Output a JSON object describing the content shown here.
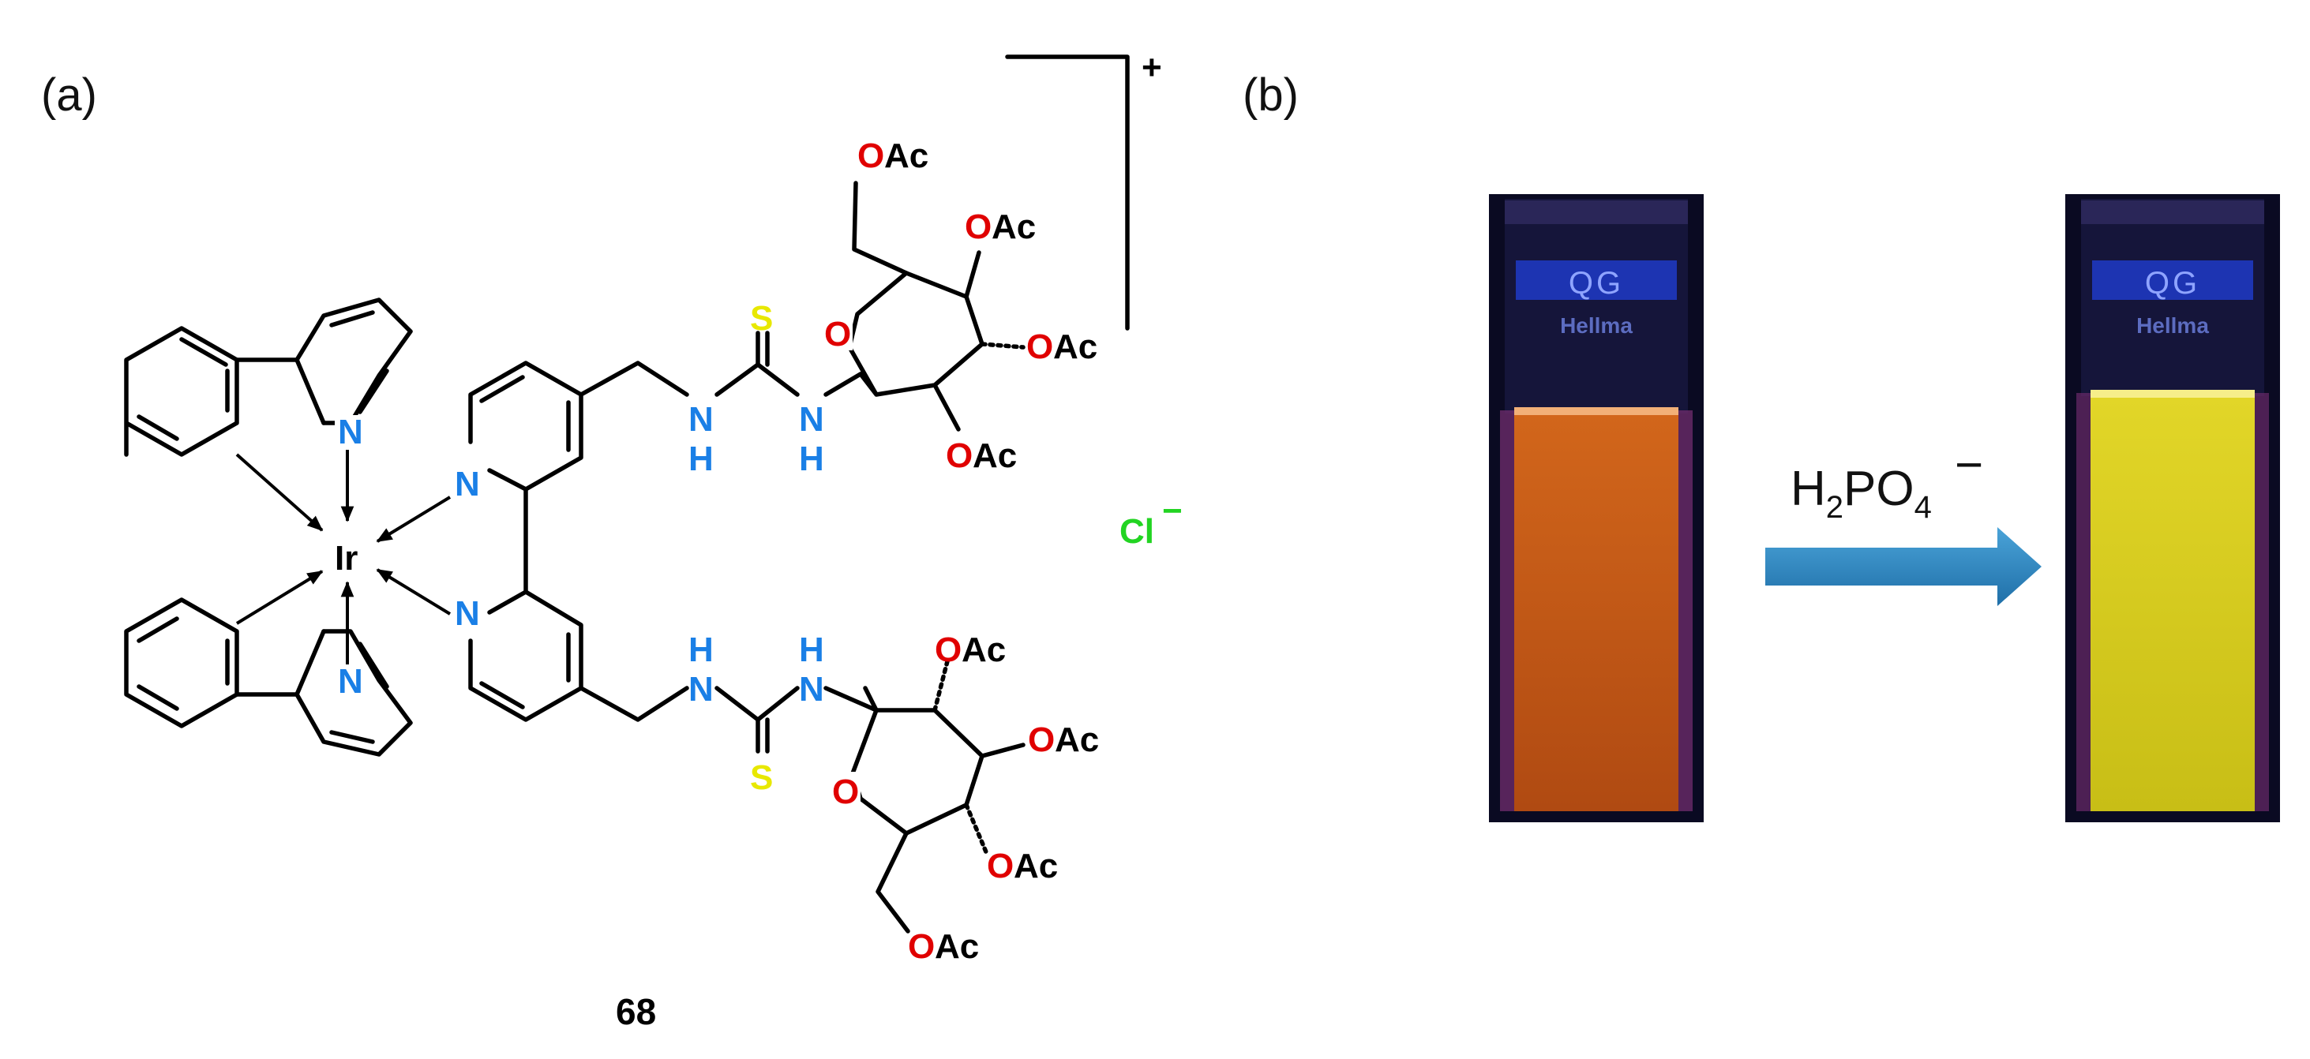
{
  "panels": {
    "a": "(a)",
    "b": "(b)"
  },
  "structure": {
    "charge": "+",
    "counter_ion": "Cl",
    "counter_ion_charge": "−",
    "metal": "Ir",
    "nitrogen": "N",
    "sulfur": "S",
    "oxygen": "O",
    "amine_h": "H",
    "oac_o": "O",
    "oac_ac": "Ac",
    "compound_number": "68"
  },
  "reaction": {
    "reagent_h": "H",
    "reagent_sub1": "2",
    "reagent_po": "PO",
    "reagent_sub2": "4",
    "reagent_charge": "−"
  },
  "cuvettes": {
    "brand_code": "QG",
    "brand_name": "Hellma"
  },
  "colors": {
    "nitrogen": "#1a7fe6",
    "oxygen": "#e00000",
    "sulfur": "#e8e800",
    "chloride": "#22d422",
    "arrow_fill": "#2f8fc8",
    "solution_before": "#c65a16",
    "solution_after": "#d6cc1a"
  }
}
